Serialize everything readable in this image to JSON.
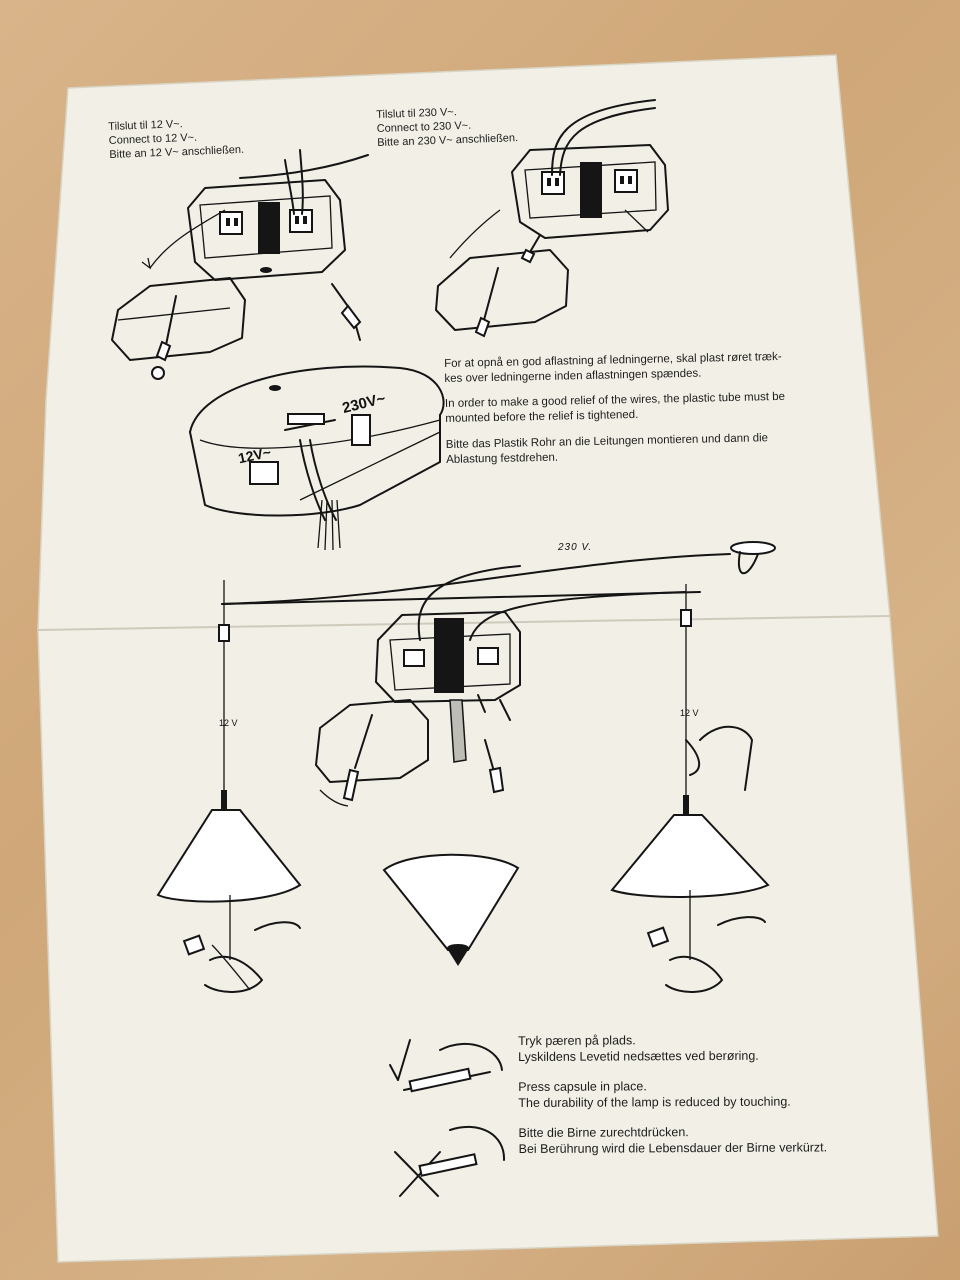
{
  "diagram_12v": {
    "lines": [
      "Tilslut til 12 V~.",
      "Connect to 12 V~.",
      "Bitte an 12 V~ anschließen."
    ]
  },
  "diagram_230v": {
    "lines": [
      "Tilslut til 230 V~.",
      "Connect to 230 V~.",
      "Bitte an 230 V~ anschließen."
    ]
  },
  "box_labels": {
    "v230": "230V~",
    "v12": "12V~"
  },
  "relief_text": {
    "da": [
      "For at opnå en god aflastning af ledningerne, skal plast røret træk-",
      "kes over ledningerne inden aflastningen spændes."
    ],
    "en": [
      "In order to make a good relief of the wires, the plastic tube must be",
      "mounted before the relief is tightened."
    ],
    "de": [
      "Bitte das Plastik Rohr an die Leitungen montieren und dann die",
      "Ablastung festdrehen."
    ]
  },
  "assembly": {
    "mains_label": "230 V.",
    "left_cable": "12 V",
    "right_cable": "12 V"
  },
  "bulb_text": {
    "da": [
      "Tryk pæren på plads.",
      "Lyskildens Levetid nedsættes ved berøring."
    ],
    "en": [
      "Press capsule in place.",
      "The durability of the lamp is reduced by touching."
    ],
    "de": [
      "Bitte die Birne zurechtdrücken.",
      "Bei Berührung wird die Lebensdauer der Birne verkürzt."
    ]
  }
}
